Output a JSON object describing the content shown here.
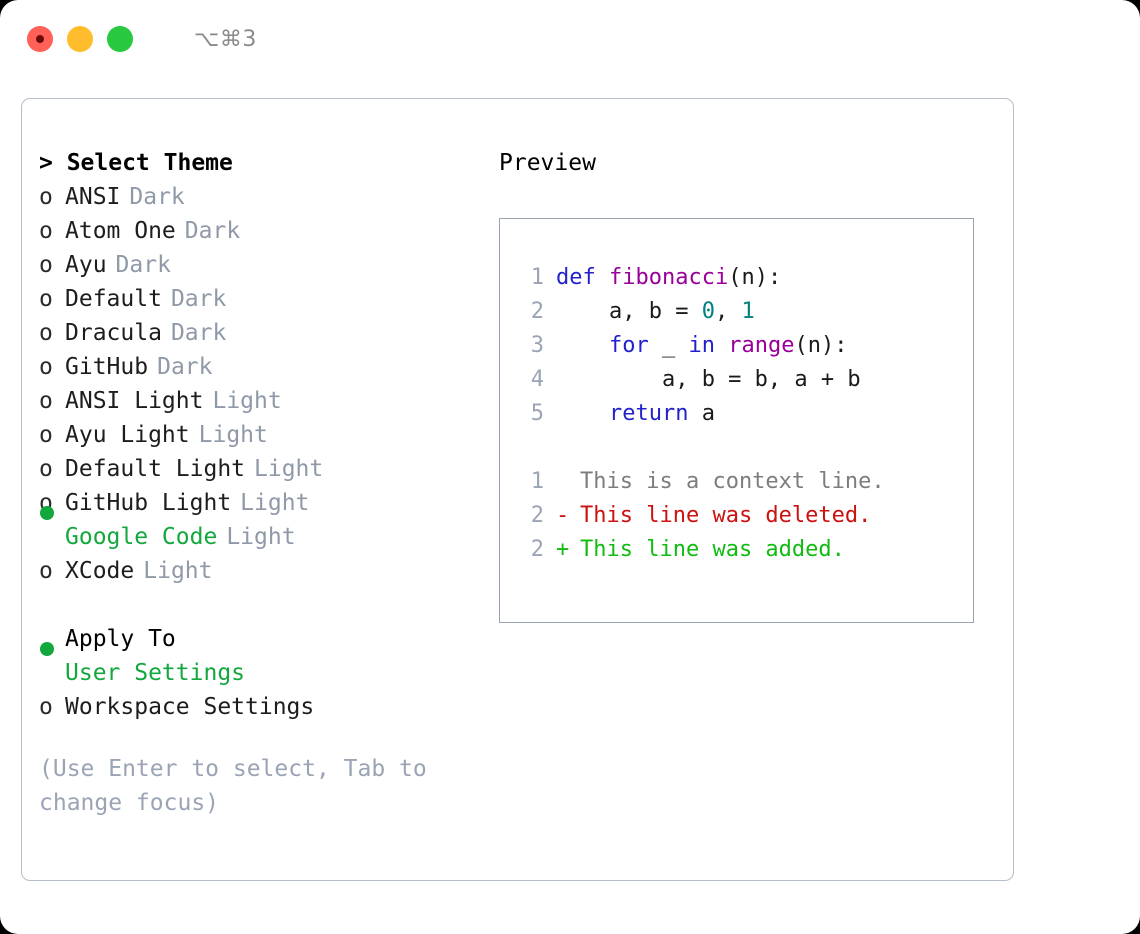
{
  "titlebar": {
    "shortcut": "⌥⌘3",
    "buttons": [
      {
        "name": "close",
        "color": "#ff6058"
      },
      {
        "name": "minimize",
        "color": "#ffbd2e"
      },
      {
        "name": "maximize",
        "color": "#28c840"
      }
    ]
  },
  "theme_picker": {
    "heading": "> Select Theme",
    "marker_unselected": "o",
    "marker_selected": "●",
    "items": [
      {
        "label": "ANSI",
        "tag": "Dark",
        "selected": false
      },
      {
        "label": "Atom One",
        "tag": "Dark",
        "selected": false
      },
      {
        "label": "Ayu",
        "tag": "Dark",
        "selected": false
      },
      {
        "label": "Default",
        "tag": "Dark",
        "selected": false
      },
      {
        "label": "Dracula",
        "tag": "Dark",
        "selected": false
      },
      {
        "label": "GitHub",
        "tag": "Dark",
        "selected": false
      },
      {
        "label": "ANSI Light",
        "tag": "Light",
        "selected": false
      },
      {
        "label": "Ayu Light",
        "tag": "Light",
        "selected": false
      },
      {
        "label": "Default Light",
        "tag": "Light",
        "selected": false
      },
      {
        "label": "GitHub Light",
        "tag": "Light",
        "selected": false
      },
      {
        "label": "Google Code",
        "tag": "Light",
        "selected": true
      },
      {
        "label": "XCode",
        "tag": "Light",
        "selected": false
      }
    ]
  },
  "apply_to": {
    "heading": "Apply To",
    "items": [
      {
        "label": "User Settings",
        "selected": true
      },
      {
        "label": "Workspace Settings",
        "selected": false
      }
    ]
  },
  "hint": "(Use Enter to select, Tab to change focus)",
  "preview": {
    "title": "Preview",
    "code_lines": [
      {
        "n": "1",
        "tokens": [
          {
            "t": "def ",
            "k": "kw"
          },
          {
            "t": "fibonacci",
            "k": "fn"
          },
          {
            "t": "(n):",
            "k": "plain"
          }
        ]
      },
      {
        "n": "2",
        "tokens": [
          {
            "t": "    a, b = ",
            "k": "plain"
          },
          {
            "t": "0",
            "k": "num"
          },
          {
            "t": ", ",
            "k": "plain"
          },
          {
            "t": "1",
            "k": "num"
          }
        ]
      },
      {
        "n": "3",
        "tokens": [
          {
            "t": "    ",
            "k": "plain"
          },
          {
            "t": "for",
            "k": "kw"
          },
          {
            "t": " _ ",
            "k": "plain"
          },
          {
            "t": "in",
            "k": "kw"
          },
          {
            "t": " ",
            "k": "plain"
          },
          {
            "t": "range",
            "k": "fn"
          },
          {
            "t": "(n):",
            "k": "plain"
          }
        ]
      },
      {
        "n": "4",
        "tokens": [
          {
            "t": "        a, b = b, a + b",
            "k": "plain"
          }
        ]
      },
      {
        "n": "5",
        "tokens": [
          {
            "t": "    ",
            "k": "plain"
          },
          {
            "t": "return",
            "k": "kw"
          },
          {
            "t": " a",
            "k": "plain"
          }
        ]
      }
    ],
    "diff_lines": [
      {
        "n": "1",
        "sign": " ",
        "text": "This is a context line.",
        "kind": "ctx"
      },
      {
        "n": "2",
        "sign": "-",
        "text": "This line was deleted.",
        "kind": "del"
      },
      {
        "n": "2",
        "sign": "+",
        "text": "This line was added.",
        "kind": "add"
      }
    ]
  },
  "colors": {
    "accent_green": "#12a83d",
    "muted": "#8f99a8",
    "hint": "#9aa4b4",
    "keyword": "#2222cc",
    "function": "#990099",
    "number": "#008080",
    "diff_added": "#11bb11",
    "diff_deleted": "#cc1111",
    "diff_context": "#7d7d7d",
    "border": "#98a2b0"
  }
}
